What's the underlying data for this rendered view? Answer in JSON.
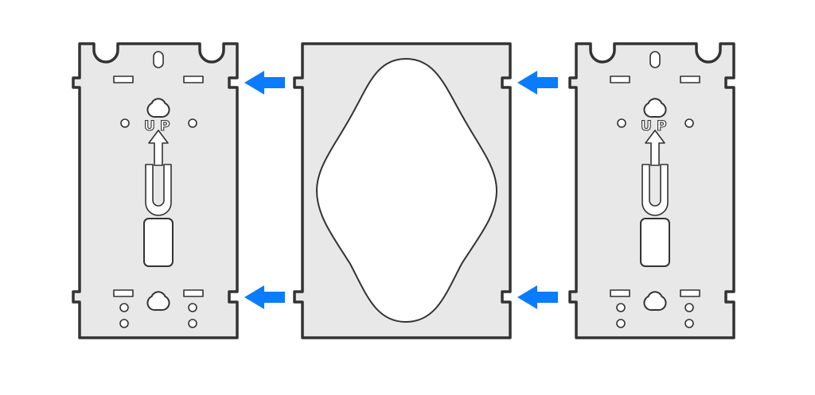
{
  "colors": {
    "stroke": "#333333",
    "plate_fill": "#e8e8e8",
    "accent": "#0a7cff",
    "background": "#ffffff"
  },
  "icons": {
    "arrow": "arrow-left-icon",
    "up_arrow": "arrow-up-icon",
    "keyhole": "keyhole-icon"
  },
  "left_plate": {
    "up_label_1": "U",
    "up_label_2": "P"
  },
  "right_plate": {
    "up_label_1": "U",
    "up_label_2": "P"
  }
}
